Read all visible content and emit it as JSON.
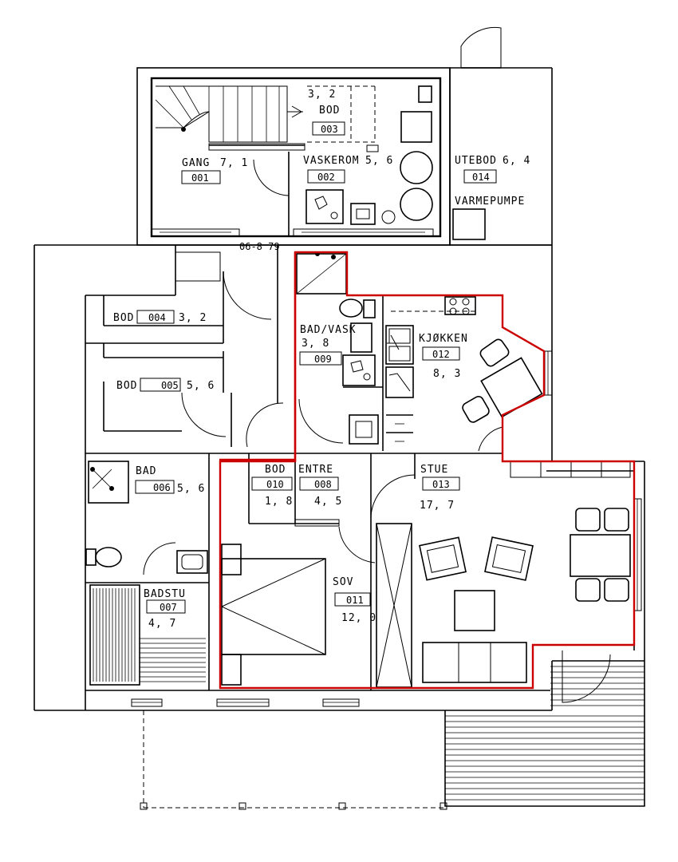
{
  "drawing": {
    "stamp": "06-8 79",
    "rooms": [
      {
        "id": "gang",
        "name": "GANG",
        "area": "7, 1",
        "code": "001"
      },
      {
        "id": "vaskerom",
        "name": "VASKEROM",
        "area": "5, 6",
        "code": "002"
      },
      {
        "id": "bod003",
        "name": "BOD",
        "area": "3, 2",
        "code": "003"
      },
      {
        "id": "utebod",
        "name": "UTEBOD",
        "area": "6, 4",
        "code": "014"
      },
      {
        "id": "varmepumpe",
        "name": "VARMEPUMPE"
      },
      {
        "id": "bod004",
        "name": "BOD",
        "area": "3, 2",
        "code": "004"
      },
      {
        "id": "bod005",
        "name": "BOD",
        "area": "5, 6",
        "code": "005"
      },
      {
        "id": "badvask",
        "name": "BAD/VASK",
        "area": "3, 8",
        "code": "009"
      },
      {
        "id": "kjokken",
        "name": "KJØKKEN",
        "area": "8, 3",
        "code": "012"
      },
      {
        "id": "bad006",
        "name": "BAD",
        "area": "5, 6",
        "code": "006"
      },
      {
        "id": "bod010",
        "name": "BOD",
        "area": "1, 8",
        "code": "010"
      },
      {
        "id": "entre",
        "name": "ENTRE",
        "area": "4, 5",
        "code": "008"
      },
      {
        "id": "stue",
        "name": "STUE",
        "area": "17, 7",
        "code": "013"
      },
      {
        "id": "badstu",
        "name": "BADSTU",
        "area": "4, 7",
        "code": "007"
      },
      {
        "id": "sov",
        "name": "SOV",
        "area": "12, 0",
        "code": "011"
      }
    ]
  }
}
